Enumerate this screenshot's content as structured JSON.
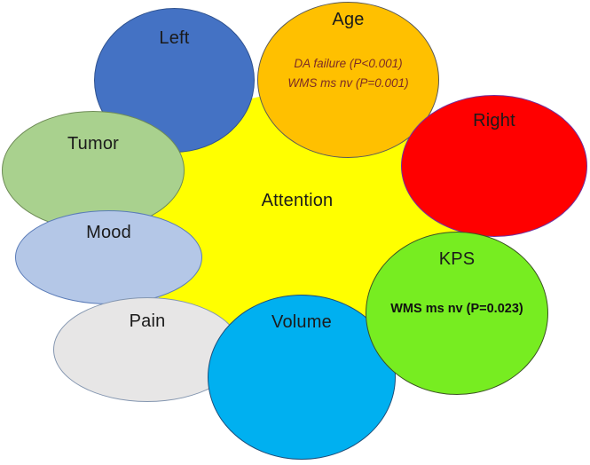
{
  "diagram": {
    "background_color": "#FFFFFF",
    "nodes": {
      "attention": {
        "label": "Attention",
        "fill": "#FFFF00",
        "stroke": "transparent"
      },
      "left": {
        "label": "Left",
        "fill": "#4472C4",
        "stroke": "#2F528F"
      },
      "age": {
        "label": "Age",
        "fill": "#FFC000",
        "stroke": "#595959",
        "stats_line1": "DA failure (P<0.001)",
        "stats_line2": "WMS ms nv (P=0.001)",
        "stats_color": "#7D2B25"
      },
      "right": {
        "label": "Right",
        "fill": "#FF0000",
        "stroke": "#7030A0"
      },
      "tumor": {
        "label": "Tumor",
        "fill": "#A9D18E",
        "stroke": "#6E8B57"
      },
      "mood": {
        "label": "Mood",
        "fill": "#B4C7E7",
        "stroke": "#5B7CB8"
      },
      "pain": {
        "label": "Pain",
        "fill": "#E7E6E6",
        "stroke": "#8496B0"
      },
      "volume": {
        "label": "Volume",
        "fill": "#00B0F0",
        "stroke": "#1F4E79"
      },
      "kps": {
        "label": "KPS",
        "fill": "#77ED21",
        "stroke": "#3B5323",
        "stats_line1": "WMS ms nv (P=0.023)",
        "stats_color": "#111111"
      }
    }
  }
}
